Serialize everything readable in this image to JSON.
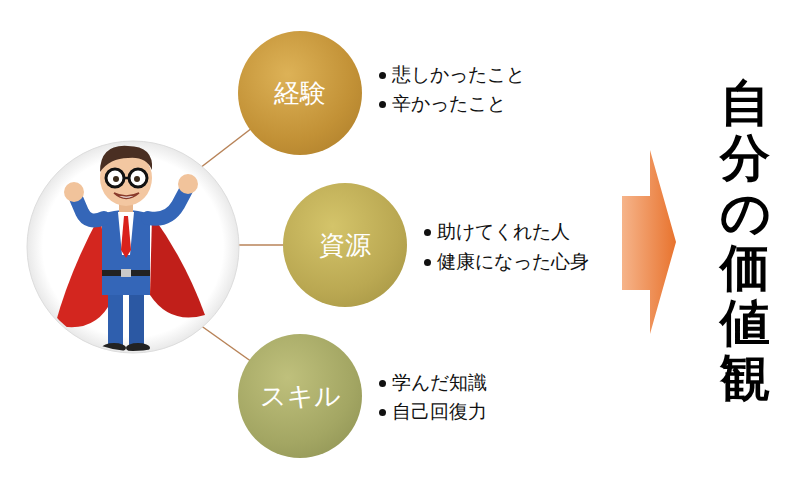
{
  "diagram": {
    "nodes": [
      {
        "text": [
          "経験"
        ]
      },
      {
        "text": [
          "資源"
        ]
      },
      {
        "text": [
          "スキル"
        ]
      }
    ],
    "labels": [
      "悲しかったこと",
      "辛かったこと",
      "助けてくれた人",
      "健康になった心身",
      "学んだ知識",
      "自己回復力",
      "自分の価値観"
    ]
  }
}
